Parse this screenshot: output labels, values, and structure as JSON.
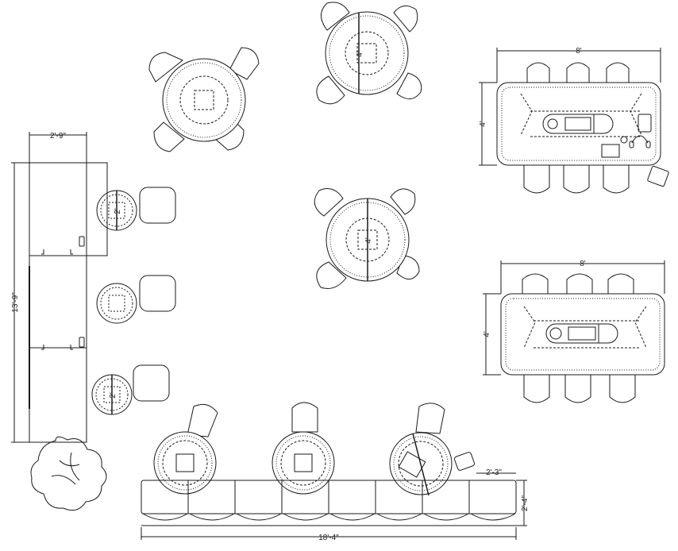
{
  "dimensions": {
    "bench_width": "2'-9\"",
    "bench_length": "13'-9\"",
    "small_table_top": "2'",
    "small_table_bottom": "2'",
    "round_table_top": "4'",
    "round_table_mid": "4'",
    "conf_top_length": "8'",
    "conf_top_width": "4'",
    "conf_bottom_length": "8'",
    "conf_bottom_width": "4'",
    "sofa_length": "18'-4\"",
    "sofa_depth": "2'-4\"",
    "ottoman_width": "2'-3\""
  },
  "colors": {
    "line": "#1a1a1a",
    "background": "#ffffff"
  },
  "icons": {
    "plant": "potted-plant-icon",
    "headphones": "headphones-icon",
    "laptop": "laptop-icon",
    "phone": "phone-icon",
    "notebook": "notebook-icon",
    "mug": "mug-icon"
  }
}
